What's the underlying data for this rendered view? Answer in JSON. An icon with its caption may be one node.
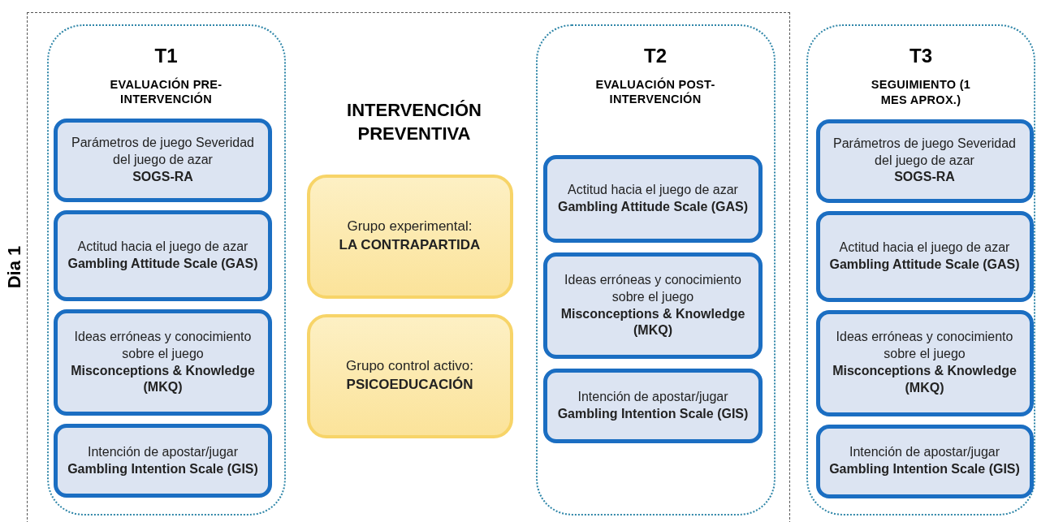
{
  "diagram": {
    "nodes": [
      {
        "text": [
          "Dia 1"
        ]
      },
      {
        "text": [
          "T1",
          "EVALUACIÓN PRE- INTERVENCIÓN"
        ],
        "in": 0
      },
      {
        "text": [
          "Parámetros de juego Severidad del juego de azar",
          "SOGS-RA"
        ],
        "in": 1
      },
      {
        "text": [
          "Actitud hacia el juego de azar",
          "Gambling Attitude Scale (GAS)"
        ],
        "in": 1
      },
      {
        "text": [
          "Ideas erróneas y conocimiento sobre el juego",
          "Misconceptions & Knowledge (MKQ)"
        ],
        "in": 1
      },
      {
        "text": [
          "Intención de apostar/jugar",
          "Gambling Intention Scale (GIS)"
        ],
        "in": 1
      },
      {
        "text": [
          "Grupo experimental:",
          "LA CONTRAPARTIDA"
        ],
        "in": 0
      },
      {
        "text": [
          "Grupo control activo:",
          "PSICOEDUCACIÓN"
        ],
        "in": 0
      },
      {
        "text": [
          "T2",
          "EVALUACIÓN POST- INTERVENCIÓN"
        ],
        "in": 0
      },
      {
        "text": [
          "Actitud hacia el juego de azar",
          "Gambling Attitude Scale (GAS)"
        ],
        "in": 8
      },
      {
        "text": [
          "Ideas erróneas y conocimiento sobre el juego",
          "Misconceptions & Knowledge (MKQ)"
        ],
        "in": 8
      },
      {
        "text": [
          "Intención de apostar/jugar",
          "Gambling Intention Scale (GIS)"
        ],
        "in": 8
      },
      {
        "text": [
          "T3",
          "SEGUIMIENTO (1 MES APROX.)"
        ]
      },
      {
        "text": [
          "Parámetros de juego Severidad del juego de azar",
          "SOGS-RA"
        ],
        "in": 12
      },
      {
        "text": [
          "Actitud hacia el juego de azar",
          "Gambling Attitude Scale (GAS)"
        ],
        "in": 12
      },
      {
        "text": [
          "Ideas erróneas y conocimiento sobre el juego",
          "Misconceptions & Knowledge (MKQ)"
        ],
        "in": 12
      },
      {
        "text": [
          "Intención de apostar/jugar",
          "Gambling Intention Scale (GIS)"
        ],
        "in": 12
      }
    ],
    "edges": [],
    "labels": [
      "INTERVENCIÓN PREVENTIVA"
    ]
  }
}
